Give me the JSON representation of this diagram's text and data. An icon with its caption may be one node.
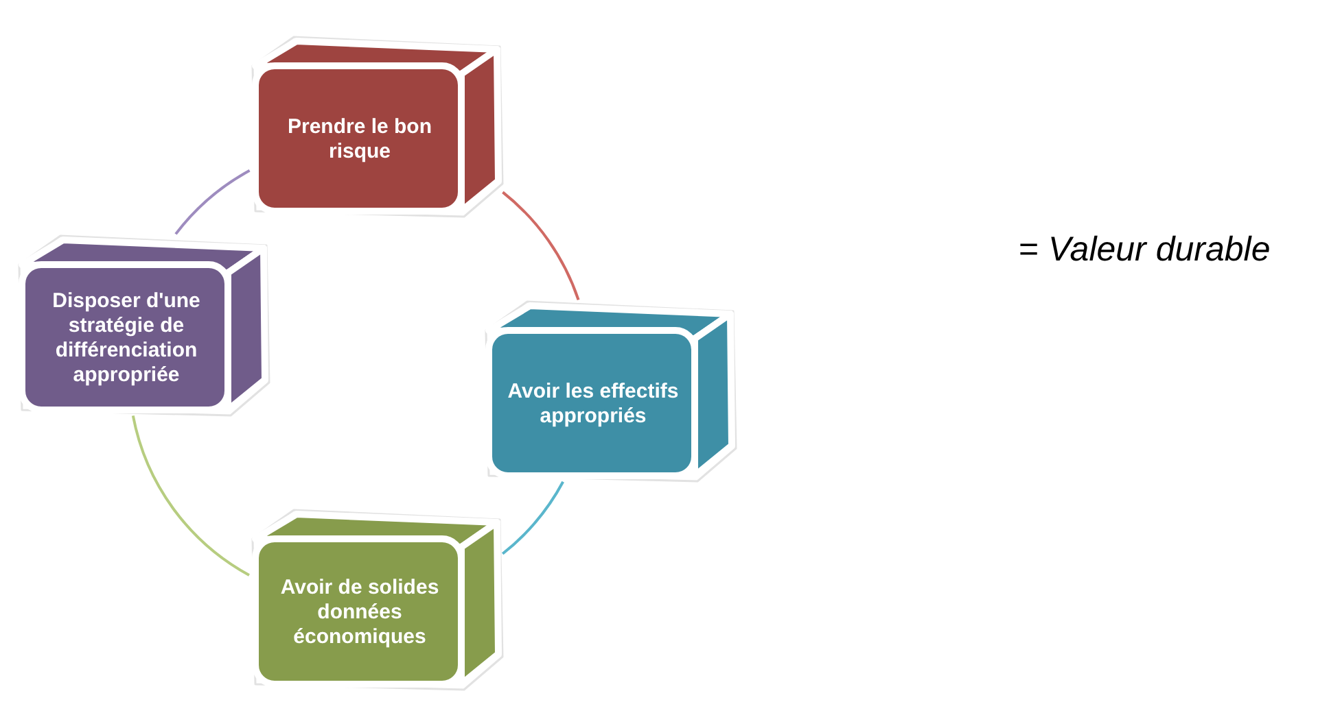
{
  "diagram": {
    "nodes": [
      {
        "text": [
          "Prendre le bon risque"
        ]
      },
      {
        "text": [
          "Avoir les effectifs appropriés"
        ]
      },
      {
        "text": [
          "Avoir de solides données économiques"
        ]
      },
      {
        "text": [
          "Disposer d'une stratégie de différenciation appropriée"
        ]
      }
    ],
    "edges": [
      {
        "from": 0,
        "to": 1,
        "arrow": "none",
        "color": "#d06a64"
      },
      {
        "from": 1,
        "to": 2,
        "arrow": "none",
        "color": "#5ab6cc"
      },
      {
        "from": 2,
        "to": 3,
        "arrow": "none",
        "color": "#b7cd80"
      },
      {
        "from": 3,
        "to": 0,
        "arrow": "none",
        "color": "#9e8cbf"
      }
    ],
    "labels": [
      "= *Valeur durable*"
    ]
  }
}
